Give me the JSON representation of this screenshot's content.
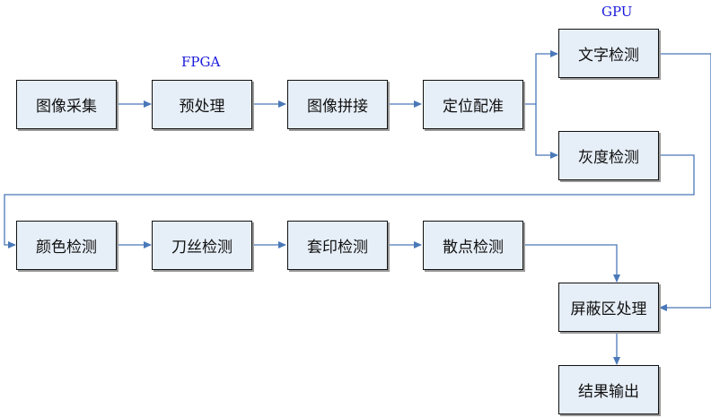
{
  "labels": {
    "fpga": "FPGA",
    "gpu": "GPU"
  },
  "nodes": {
    "capture": "图像采集",
    "preprocess": "预处理",
    "stitch": "图像拼接",
    "register": "定位配准",
    "text_detect": "文字检测",
    "gray_detect": "灰度检测",
    "color_detect": "颜色检测",
    "knife_detect": "刀丝检测",
    "overprint_detect": "套印检测",
    "dot_detect": "散点检测",
    "mask_process": "屏蔽区处理",
    "output": "结果输出"
  },
  "colors": {
    "arrow": "#4a78b8",
    "label": "#1a1adc",
    "box_fill": "#e6eef7"
  }
}
